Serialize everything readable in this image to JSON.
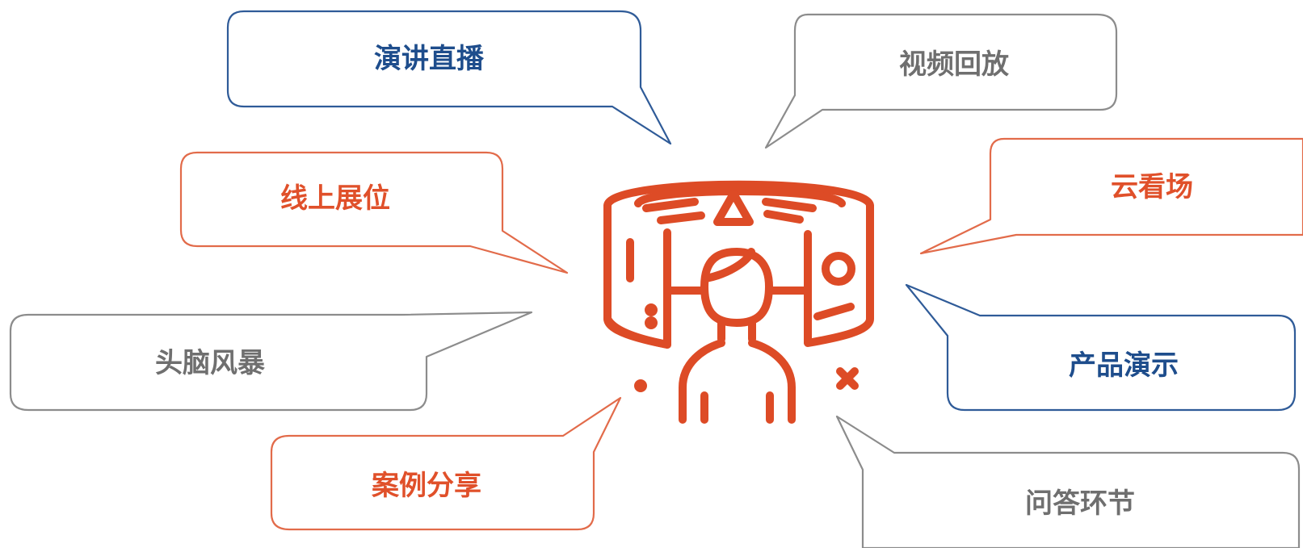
{
  "colors": {
    "blue": "#2f5b98",
    "blue_text": "#1e4d8c",
    "orange": "#e26b4a",
    "orange_text": "#e0502a",
    "gray": "#8c8c8c",
    "gray_text": "#6f6f6f",
    "icon": "#dd4b26"
  },
  "center_icon": {
    "name": "person-vr-panorama-icon"
  },
  "bubbles": [
    {
      "id": "live-speech",
      "label": "演讲直播",
      "color": "blue"
    },
    {
      "id": "video-replay",
      "label": "视频回放",
      "color": "gray"
    },
    {
      "id": "online-booth",
      "label": "线上展位",
      "color": "orange"
    },
    {
      "id": "cloud-viewing",
      "label": "云看场",
      "color": "orange"
    },
    {
      "id": "brainstorm",
      "label": "头脑风暴",
      "color": "gray"
    },
    {
      "id": "product-demo",
      "label": "产品演示",
      "color": "blue"
    },
    {
      "id": "case-sharing",
      "label": "案例分享",
      "color": "orange"
    },
    {
      "id": "qa-session",
      "label": "问答环节",
      "color": "gray"
    }
  ]
}
